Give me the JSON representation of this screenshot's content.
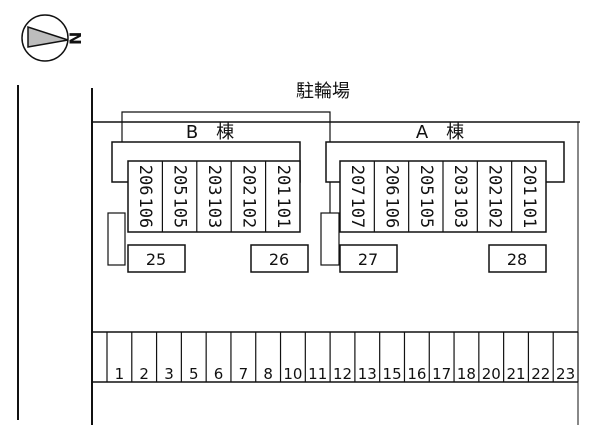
{
  "compass": {
    "label": "N",
    "icon": "north-arrow-icon"
  },
  "bike_parking": {
    "label": "駐輪場"
  },
  "building_b": {
    "label": "B　棟",
    "units": [
      {
        "top": "206",
        "bottom": "106"
      },
      {
        "top": "205",
        "bottom": "105"
      },
      {
        "top": "203",
        "bottom": "103"
      },
      {
        "top": "202",
        "bottom": "102"
      },
      {
        "top": "201",
        "bottom": "101"
      }
    ],
    "spaces": [
      "25",
      "26"
    ]
  },
  "building_a": {
    "label": "A　棟",
    "units": [
      {
        "top": "207",
        "bottom": "107"
      },
      {
        "top": "206",
        "bottom": "106"
      },
      {
        "top": "205",
        "bottom": "105"
      },
      {
        "top": "203",
        "bottom": "103"
      },
      {
        "top": "202",
        "bottom": "102"
      },
      {
        "top": "201",
        "bottom": "101"
      }
    ],
    "spaces": [
      "27",
      "28"
    ]
  },
  "parking_row": [
    "1",
    "2",
    "3",
    "5",
    "6",
    "7",
    "8",
    "10",
    "11",
    "12",
    "13",
    "15",
    "16",
    "17",
    "18",
    "20",
    "21",
    "22",
    "23"
  ]
}
